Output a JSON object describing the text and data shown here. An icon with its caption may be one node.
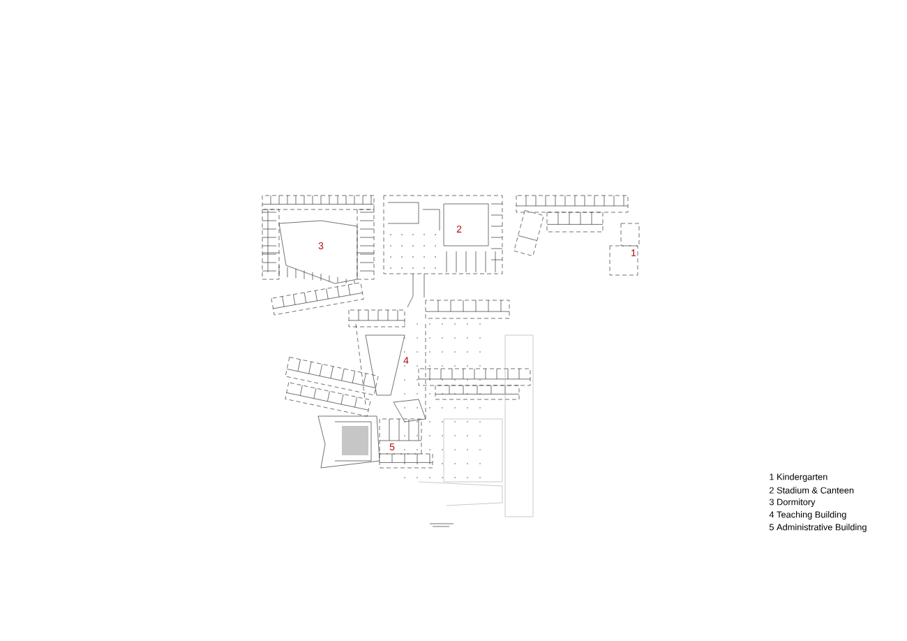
{
  "diagram": {
    "labels": [
      "3",
      "2",
      "1",
      "4",
      "5",
      "1 Kindergarten",
      "2 Stadium & Canteen",
      "3 Dormitory",
      "4 Teaching Building",
      "5 Administrative Building"
    ]
  }
}
